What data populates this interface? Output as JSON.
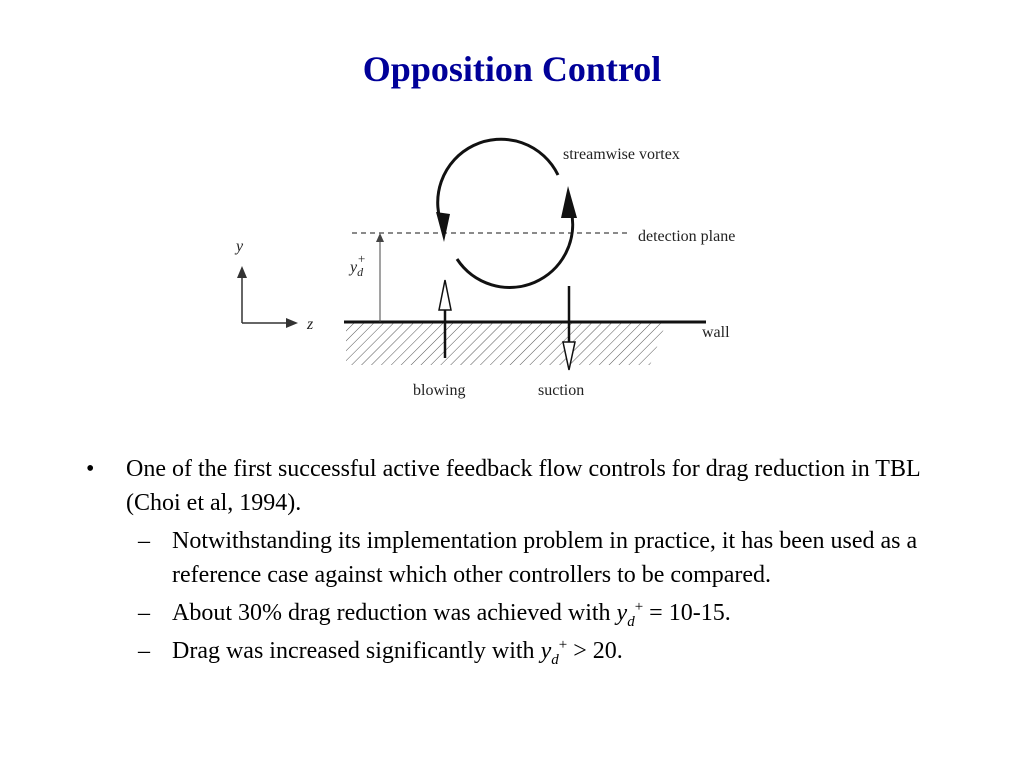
{
  "slide": {
    "title": "Opposition Control",
    "title_color": "#000099"
  },
  "figure": {
    "labels": {
      "vortex": "streamwise vortex",
      "detection_plane": "detection plane",
      "wall": "wall",
      "blowing": "blowing",
      "suction": "suction",
      "y_axis": "y",
      "z_axis": "z",
      "yd_base": "y",
      "yd_sub": "d",
      "yd_sup": "+"
    }
  },
  "bullets": {
    "main": "One of the first successful active feedback flow controls for drag reduction in TBL (Choi et al, 1994).",
    "sub1": "Notwithstanding its implementation problem in practice, it has been used as a reference case against which other controllers to be compared.",
    "sub2_prefix": "About 30% drag reduction was achieved with ",
    "sub2_var": "y",
    "sub2_sub": "d",
    "sub2_sup": "+",
    "sub2_suffix": " = 10-15.",
    "sub3_prefix": "Drag was increased significantly with ",
    "sub3_var": "y",
    "sub3_sub": "d",
    "sub3_sup": "+",
    "sub3_suffix": " > 20.",
    "bullet_mark": "•",
    "dash_mark": "–"
  }
}
